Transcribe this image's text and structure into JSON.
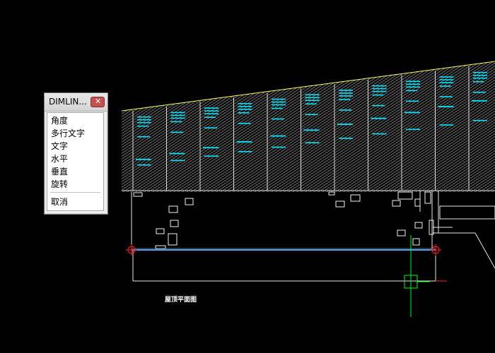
{
  "drawing": {
    "caption": "屋顶平面图",
    "colors": {
      "background": "#000000",
      "outline": "#ffffff",
      "roof_edge": "#ffff66",
      "hatch": "#b9b9b9",
      "marker": "#00e5ff",
      "snap_marker": "#ff2020",
      "crosshair": "#00ff00",
      "dimension_line": "#4ea3ff"
    }
  },
  "context_menu": {
    "title": "DIMLIN...",
    "close_icon": "close-icon",
    "items": [
      {
        "label": "角度"
      },
      {
        "label": "多行文字"
      },
      {
        "label": "文字"
      },
      {
        "label": "水平"
      },
      {
        "label": "垂直"
      },
      {
        "label": "旋转"
      }
    ],
    "cancel_label": "取消"
  }
}
